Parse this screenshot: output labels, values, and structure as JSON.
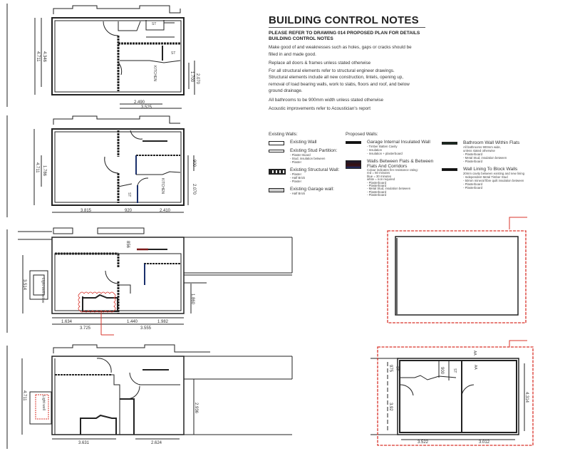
{
  "notes": {
    "title": "BUILDING CONTROL NOTES",
    "subheading": "PLEASE REFER TO DRAWING 014 PROPOSED PLAN FOR DETAILS BUILDING CONTROL NOTES",
    "paragraphs": [
      "Make good of and weaknesses such as holes, gaps or cracks should be filled in and made good.",
      "Replace all doors & frames unless stated otherwise",
      "For all structural elements refer to structural engineer drawings.",
      "Structural elements include all new construction, lintels, opening up, removal of load bearing walls, work to slabs, floors and roof, and below ground drainage.",
      "All bathrooms to be 900mm width unless stated otherwise",
      "Acoustic improvements refer to Acoustician's report"
    ]
  },
  "legend": {
    "existing_heading": "Existing Walls:",
    "proposed_heading": "Proposed Walls:",
    "existing": [
      {
        "label": "Existing Wall",
        "details": ""
      },
      {
        "label": "Existing Stud Partition:",
        "details": "- Plaster Board\n- Stud, insulation between\n- Plaster"
      },
      {
        "label": "Existing Structural Wall:",
        "details": "- Plaster\n- Half Brick\n- Plaster"
      },
      {
        "label": "Existing Garage wall:",
        "details": "- Half Brick"
      }
    ],
    "proposed": [
      {
        "label": "Garage Internal Insulated Wall",
        "details": "- Timber Batten Cavity\n- Insulation\n- Insulation + plasterboard"
      },
      {
        "label": "Walls Between Flats & Between Flats And Corridors",
        "details": "Colour indicates fire resistance rating:\nred = 60 minutes\nblue = 30 minutes\nwhite = non required\n- Plasterboard\n- Plasterboard\n- Metal Stud, insulation between\n- Plasterboard\n- Plasterboard"
      }
    ],
    "proposed_right": [
      {
        "label": "Bathroom Wall Within Flats",
        "details": "All bathrooms 900mm wide,\nunless stated otherwise\n- Plasterboard\n- Metal Stud, insulation between\n- Plasterboard"
      },
      {
        "label": "Wall Lining To Block Walls",
        "details": "20mm cavity between existing and new lining\n- Independent Metal Timber Stud\n- 50mm mineral fibre quilt insulation between\n- Plasterboard\n- Plasterboard"
      }
    ]
  },
  "plans": {
    "second_floor": {
      "dims": [
        "4.346",
        "4.711",
        "2.070",
        "1.700",
        "2.490",
        "3.525"
      ],
      "rooms": [
        "KITCHEN",
        "ST",
        "ST"
      ]
    },
    "first_floor": {
      "dims": [
        "4.711",
        "1.786",
        "900",
        "2.070",
        "3.815",
        "920",
        "2.410"
      ],
      "rooms": [
        "KITCHEN",
        "ST"
      ]
    },
    "ground_floor": {
      "dims": [
        "3.514",
        "856",
        "1.860",
        "1.634",
        "3.725",
        "1.440",
        "1.982",
        "3.555"
      ],
      "rooms": [
        "Light well below"
      ]
    },
    "lower_ground": {
      "dims": [
        "4.711",
        "3.631",
        "2.624",
        "2.936"
      ],
      "rooms": [
        "Light well"
      ]
    },
    "garage_unit": {
      "dims": [
        "3.522",
        "3.012",
        "4.314",
        "3.92",
        "975",
        "900"
      ],
      "rooms": [
        "ST",
        "ST",
        "AA",
        "AA"
      ]
    }
  },
  "colors": {
    "line": "#222222",
    "cloud": "#d9342b",
    "fire_blue": "#1a2f6b",
    "fire_red": "#7a1a1a"
  }
}
